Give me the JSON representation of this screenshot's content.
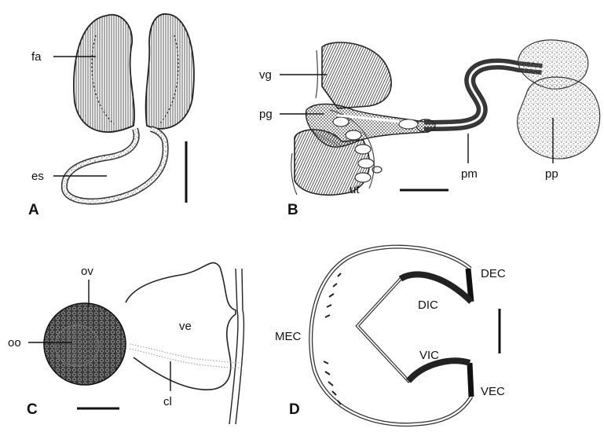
{
  "panels": [
    {
      "id": "A",
      "label": "A",
      "structures": [
        {
          "key": "fa",
          "text": "fa"
        },
        {
          "key": "es",
          "text": "es"
        }
      ]
    },
    {
      "id": "B",
      "label": "B",
      "structures": [
        {
          "key": "vg",
          "text": "vg"
        },
        {
          "key": "pg",
          "text": "pg"
        },
        {
          "key": "ut",
          "text": "ut"
        },
        {
          "key": "pm",
          "text": "pm"
        },
        {
          "key": "pp",
          "text": "pp"
        }
      ]
    },
    {
      "id": "C",
      "label": "C",
      "structures": [
        {
          "key": "ov",
          "text": "ov"
        },
        {
          "key": "oo",
          "text": "oo"
        },
        {
          "key": "ve",
          "text": "ve"
        },
        {
          "key": "cl",
          "text": "cl"
        }
      ]
    },
    {
      "id": "D",
      "label": "D",
      "structures": [
        {
          "key": "DEC",
          "text": "DEC"
        },
        {
          "key": "DIC",
          "text": "DIC"
        },
        {
          "key": "MEC",
          "text": "MEC"
        },
        {
          "key": "VIC",
          "text": "VIC"
        },
        {
          "key": "VEC",
          "text": "VEC"
        }
      ]
    }
  ],
  "colors": {
    "ink": "#111111",
    "hatch": "#444444",
    "stipple": "#8a8a8a",
    "background": "#ffffff"
  }
}
